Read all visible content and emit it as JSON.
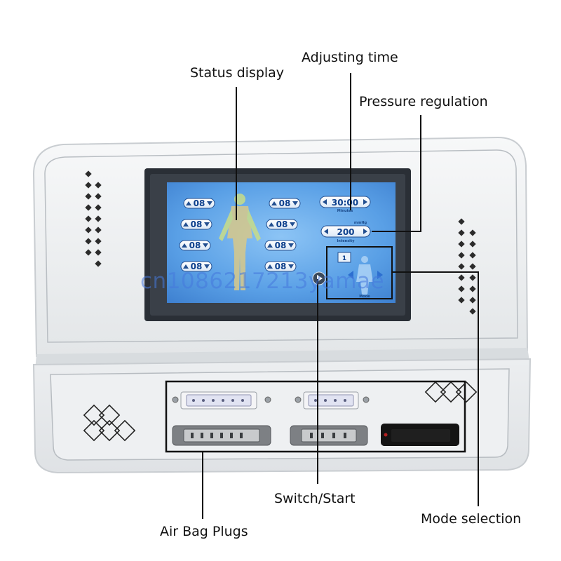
{
  "callouts": {
    "adjusting_time": "Adjusting time",
    "status_display": "Status display",
    "pressure_regulation": "Pressure regulation",
    "switch_start": "Switch/Start",
    "mode_selection": "Mode selection",
    "air_bag_plugs": "Air Bag Plugs"
  },
  "screen": {
    "chamber_values": [
      "08",
      "08",
      "08",
      "08",
      "08",
      "08",
      "08",
      "08"
    ],
    "timer_value": "30:00",
    "timer_label": "Minutes",
    "intensity_value": "200",
    "intensity_label": "Intensity",
    "intensity_sublabel": "mmHg",
    "mode_number": "1",
    "mode_label": "Mode"
  },
  "watermark": "cn1086217213yamae",
  "colors": {
    "lcd_background": "#5aa0e6",
    "device_body": "#eef0f1",
    "screen_bezel": "#2a2f36"
  }
}
